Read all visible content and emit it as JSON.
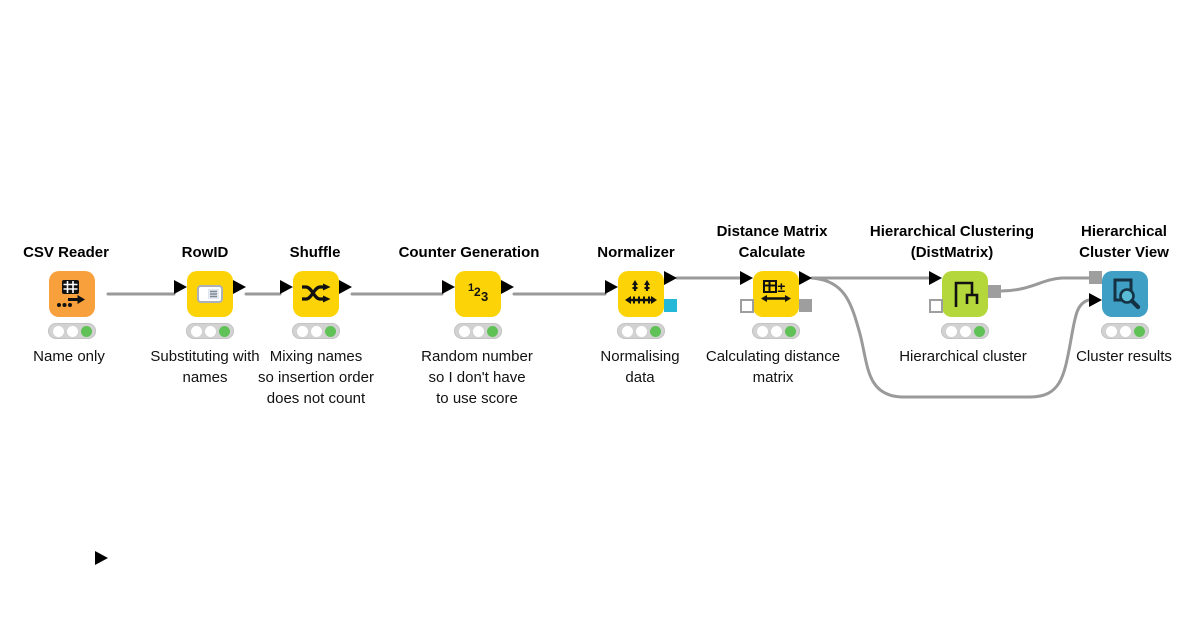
{
  "app": {
    "description": "KNIME workflow editor canvas"
  },
  "colors": {
    "background": "#ffffff",
    "wire_gray": "#9a9a9a",
    "port_black": "#000000",
    "port_gray": "#9e9e9e",
    "port_cyan": "#23b8d8",
    "traffic_bg": "#d2d2d2",
    "traffic_green": "#5fc156",
    "node_yellow": "#fcd307",
    "node_orange": "#f7a03c",
    "node_lime": "#b4d83c",
    "node_blue": "#3f9fc4"
  },
  "nodes": [
    {
      "id": "csv-reader",
      "title_lines": [
        "CSV Reader"
      ],
      "annotation_lines": [
        "Name only"
      ],
      "color": "#f7a03c",
      "icon": "table-export-icon",
      "status": "executed",
      "ports": {
        "inputs": [],
        "outputs": [
          "data"
        ]
      }
    },
    {
      "id": "rowid",
      "title_lines": [
        "RowID"
      ],
      "annotation_lines": [
        "Substituting with",
        "names"
      ],
      "color": "#fcd307",
      "icon": "id-card-icon",
      "status": "executed",
      "ports": {
        "inputs": [
          "data"
        ],
        "outputs": [
          "data"
        ]
      }
    },
    {
      "id": "shuffle",
      "title_lines": [
        "Shuffle"
      ],
      "annotation_lines": [
        "Mixing names",
        "so insertion order",
        "does not count"
      ],
      "color": "#fcd307",
      "icon": "shuffle-arrows-icon",
      "status": "executed",
      "ports": {
        "inputs": [
          "data"
        ],
        "outputs": [
          "data"
        ]
      }
    },
    {
      "id": "counter-generation",
      "title_lines": [
        "Counter Generation"
      ],
      "annotation_lines": [
        "Random number",
        "so I don't have",
        "to use score"
      ],
      "color": "#fcd307",
      "icon": "digits-123-icon",
      "status": "executed",
      "ports": {
        "inputs": [
          "data"
        ],
        "outputs": [
          "data"
        ]
      }
    },
    {
      "id": "normalizer",
      "title_lines": [
        "Normalizer"
      ],
      "annotation_lines": [
        "Normalising",
        "data"
      ],
      "color": "#fcd307",
      "icon": "axis-ticks-icon",
      "status": "executed",
      "ports": {
        "inputs": [
          "data"
        ],
        "outputs": [
          "data",
          "normalizer-model"
        ]
      }
    },
    {
      "id": "distance-matrix-calculate",
      "title_lines": [
        "Distance Matrix",
        "Calculate"
      ],
      "annotation_lines": [
        "Calculating distance",
        "matrix"
      ],
      "color": "#fcd307",
      "icon": "matrix-plusminus-icon",
      "status": "executed",
      "ports": {
        "inputs": [
          "data",
          "optional"
        ],
        "outputs": [
          "data",
          "distance-model"
        ]
      }
    },
    {
      "id": "hierarchical-clustering-distmatrix",
      "title_lines": [
        "Hierarchical Clustering",
        "(DistMatrix)"
      ],
      "annotation_lines": [
        "Hierarchical cluster"
      ],
      "color": "#b4d83c",
      "icon": "dendrogram-icon",
      "status": "executed",
      "ports": {
        "inputs": [
          "data",
          "optional"
        ],
        "outputs": [
          "model"
        ]
      }
    },
    {
      "id": "hierarchical-cluster-view",
      "title_lines": [
        "Hierarchical",
        "Cluster View"
      ],
      "annotation_lines": [
        "Cluster results"
      ],
      "color": "#3f9fc4",
      "icon": "magnifier-table-icon",
      "status": "executed",
      "ports": {
        "inputs": [
          "model",
          "data"
        ],
        "outputs": []
      }
    }
  ],
  "counter_icon_digits": {
    "d1": "1",
    "d2": "2",
    "d3": "3"
  },
  "connections": [
    {
      "from": "csv-reader",
      "to": "rowid"
    },
    {
      "from": "rowid",
      "to": "shuffle"
    },
    {
      "from": "shuffle",
      "to": "counter-generation"
    },
    {
      "from": "counter-generation",
      "to": "normalizer"
    },
    {
      "from": "normalizer",
      "to": "distance-matrix-calculate"
    },
    {
      "from": "distance-matrix-calculate",
      "to": "hierarchical-clustering-distmatrix"
    },
    {
      "from": "distance-matrix-calculate",
      "to": "hierarchical-cluster-view"
    },
    {
      "from": "hierarchical-clustering-distmatrix",
      "to": "hierarchical-cluster-view"
    }
  ]
}
